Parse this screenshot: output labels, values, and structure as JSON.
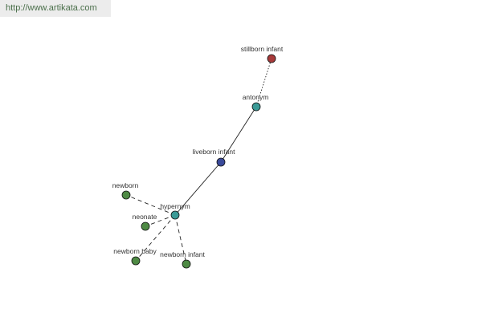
{
  "header": {
    "url": "http://www.artikata.com"
  },
  "graph": {
    "nodes": [
      {
        "id": "stillborn-infant",
        "label": "stillborn infant",
        "color": "#a83a3a"
      },
      {
        "id": "antonym",
        "label": "antonym",
        "color": "#3a9a96"
      },
      {
        "id": "liveborn-infant",
        "label": "liveborn infant",
        "color": "#3a4a9a"
      },
      {
        "id": "hypernym",
        "label": "hypernym",
        "color": "#3a9a96"
      },
      {
        "id": "newborn",
        "label": "newborn",
        "color": "#4e8a44"
      },
      {
        "id": "neonate",
        "label": "neonate",
        "color": "#4e8a44"
      },
      {
        "id": "newborn-baby",
        "label": "newborn baby",
        "color": "#4e8a44"
      },
      {
        "id": "newborn-infant",
        "label": "newborn infant",
        "color": "#4e8a44"
      }
    ],
    "edges": [
      {
        "from": "antonym",
        "to": "stillborn-infant",
        "style": "dotted"
      },
      {
        "from": "liveborn-infant",
        "to": "antonym",
        "style": "solid"
      },
      {
        "from": "hypernym",
        "to": "liveborn-infant",
        "style": "solid"
      },
      {
        "from": "hypernym",
        "to": "newborn",
        "style": "dashed"
      },
      {
        "from": "hypernym",
        "to": "neonate",
        "style": "dashed"
      },
      {
        "from": "hypernym",
        "to": "newborn-baby",
        "style": "dashed"
      },
      {
        "from": "hypernym",
        "to": "newborn-infant",
        "style": "dashed"
      }
    ]
  }
}
